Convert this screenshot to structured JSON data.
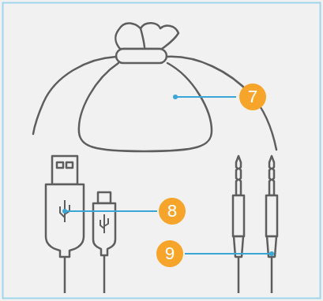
{
  "diagram": {
    "labels": [
      "7",
      "8",
      "9"
    ]
  }
}
